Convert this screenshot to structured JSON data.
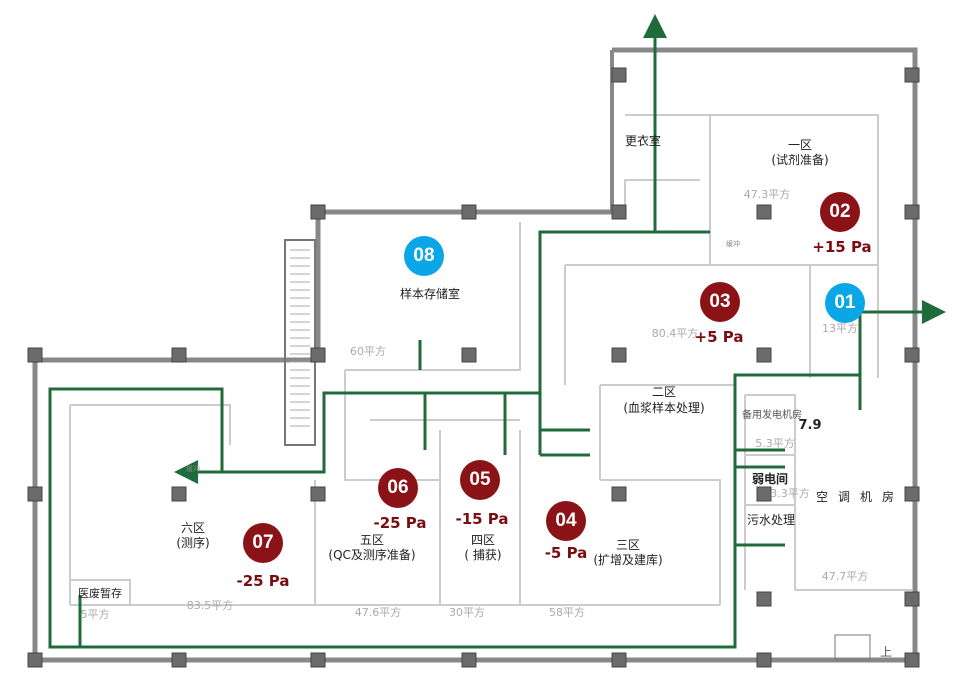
{
  "colors": {
    "airflow": "#1f6b3a",
    "positive": "#8b1216",
    "neutral": "#0aa6e6",
    "wall": "#999999",
    "column": "#6b6b6b"
  },
  "rooms": {
    "changing": {
      "name": "更衣室"
    },
    "zone1": {
      "name": "一区",
      "sub": "(试剂准备)",
      "area": "47.3平方"
    },
    "zone2": {
      "name": "二区",
      "sub": "(血浆样本处理)",
      "area": "80.4平方"
    },
    "zone3": {
      "name": "三区",
      "sub": "(扩增及建库)",
      "area": "58平方"
    },
    "zone4": {
      "name": "四区",
      "sub": "( 捕获)",
      "area": "30平方"
    },
    "zone5": {
      "name": "五区",
      "sub": "(QC及测序准备)",
      "area": "47.6平方"
    },
    "zone6": {
      "name": "六区",
      "sub": "(测序)",
      "area": "83.5平方"
    },
    "storage": {
      "name": "样本存储室",
      "area": "60平方"
    },
    "entry": {
      "area": "13平方"
    },
    "generator": {
      "name": "备用发电机房",
      "area": "5.3平方"
    },
    "weak_current": {
      "name": "弱电间",
      "area": "3.3平方"
    },
    "sewage": {
      "name": "污水处理"
    },
    "hvac": {
      "name": "空调机房",
      "area": "47.7平方"
    },
    "medwaste": {
      "name": "医废暂存",
      "area": "5平方"
    }
  },
  "annotation": "7.9",
  "stairs_label": "上",
  "buffer_label": "缓冲",
  "badges": [
    {
      "id": "01",
      "pressure": "",
      "type": "neutral"
    },
    {
      "id": "02",
      "pressure": "+15 Pa",
      "type": "positive"
    },
    {
      "id": "03",
      "pressure": "+5 Pa",
      "type": "positive"
    },
    {
      "id": "04",
      "pressure": "-5 Pa",
      "type": "positive"
    },
    {
      "id": "05",
      "pressure": "-15 Pa",
      "type": "positive"
    },
    {
      "id": "06",
      "pressure": "-25 Pa",
      "type": "positive"
    },
    {
      "id": "07",
      "pressure": "-25 Pa",
      "type": "positive"
    },
    {
      "id": "08",
      "pressure": "",
      "type": "neutral"
    }
  ]
}
